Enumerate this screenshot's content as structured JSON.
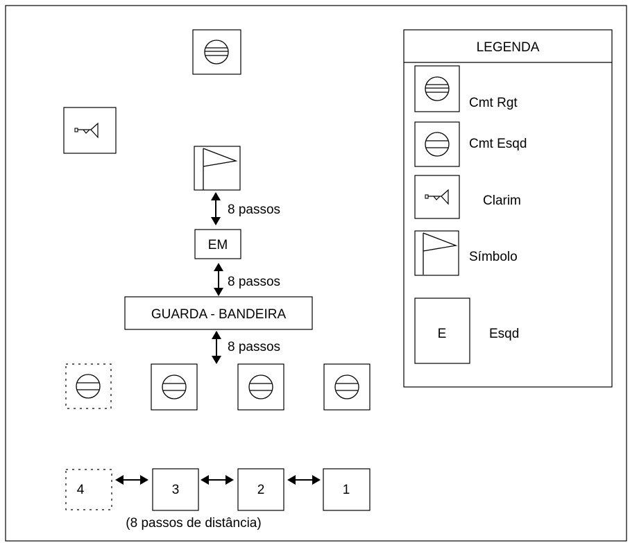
{
  "legend": {
    "title": "LEGENDA",
    "items": [
      {
        "icon": "cmt-rgt-icon",
        "label": "Cmt Rgt"
      },
      {
        "icon": "cmt-esqd-icon",
        "label": "Cmt Esqd"
      },
      {
        "icon": "bugle-icon",
        "label": "Clarim"
      },
      {
        "icon": "flag-icon",
        "label": "Símbolo"
      },
      {
        "icon": "squadron-box",
        "label": "Esqd",
        "box_text": "E"
      }
    ]
  },
  "formation": {
    "spacing_label": "8 passos",
    "em_label": "EM",
    "guard_label": "GUARDA - BANDEIRA",
    "squadrons": [
      "4",
      "3",
      "2",
      "1"
    ],
    "distance_note": "(8 passos de distância)"
  }
}
